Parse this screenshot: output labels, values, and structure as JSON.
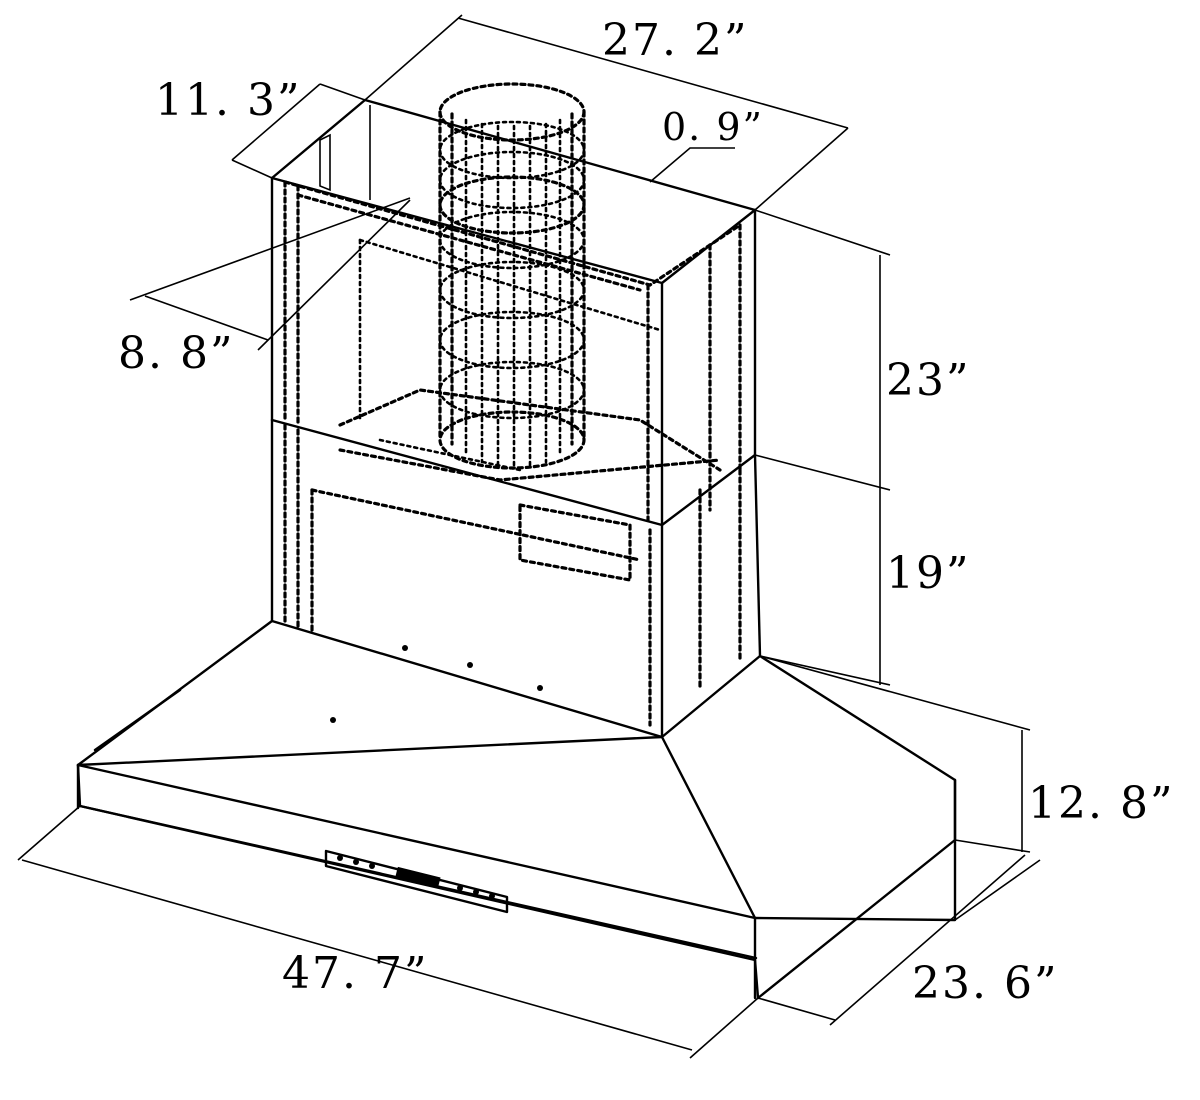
{
  "diagram": {
    "subject": "range-hood-dimension-drawing",
    "dimensions": {
      "chimney_width": "27. 2”",
      "chimney_depth": "11. 3”",
      "filter_offset": "0. 9”",
      "inner_depth": "8. 8”",
      "upper_chimney_height": "23”",
      "lower_chimney_height": "19”",
      "hood_height": "12. 8”",
      "hood_width": "47. 7”",
      "hood_depth": "23. 6”"
    }
  }
}
